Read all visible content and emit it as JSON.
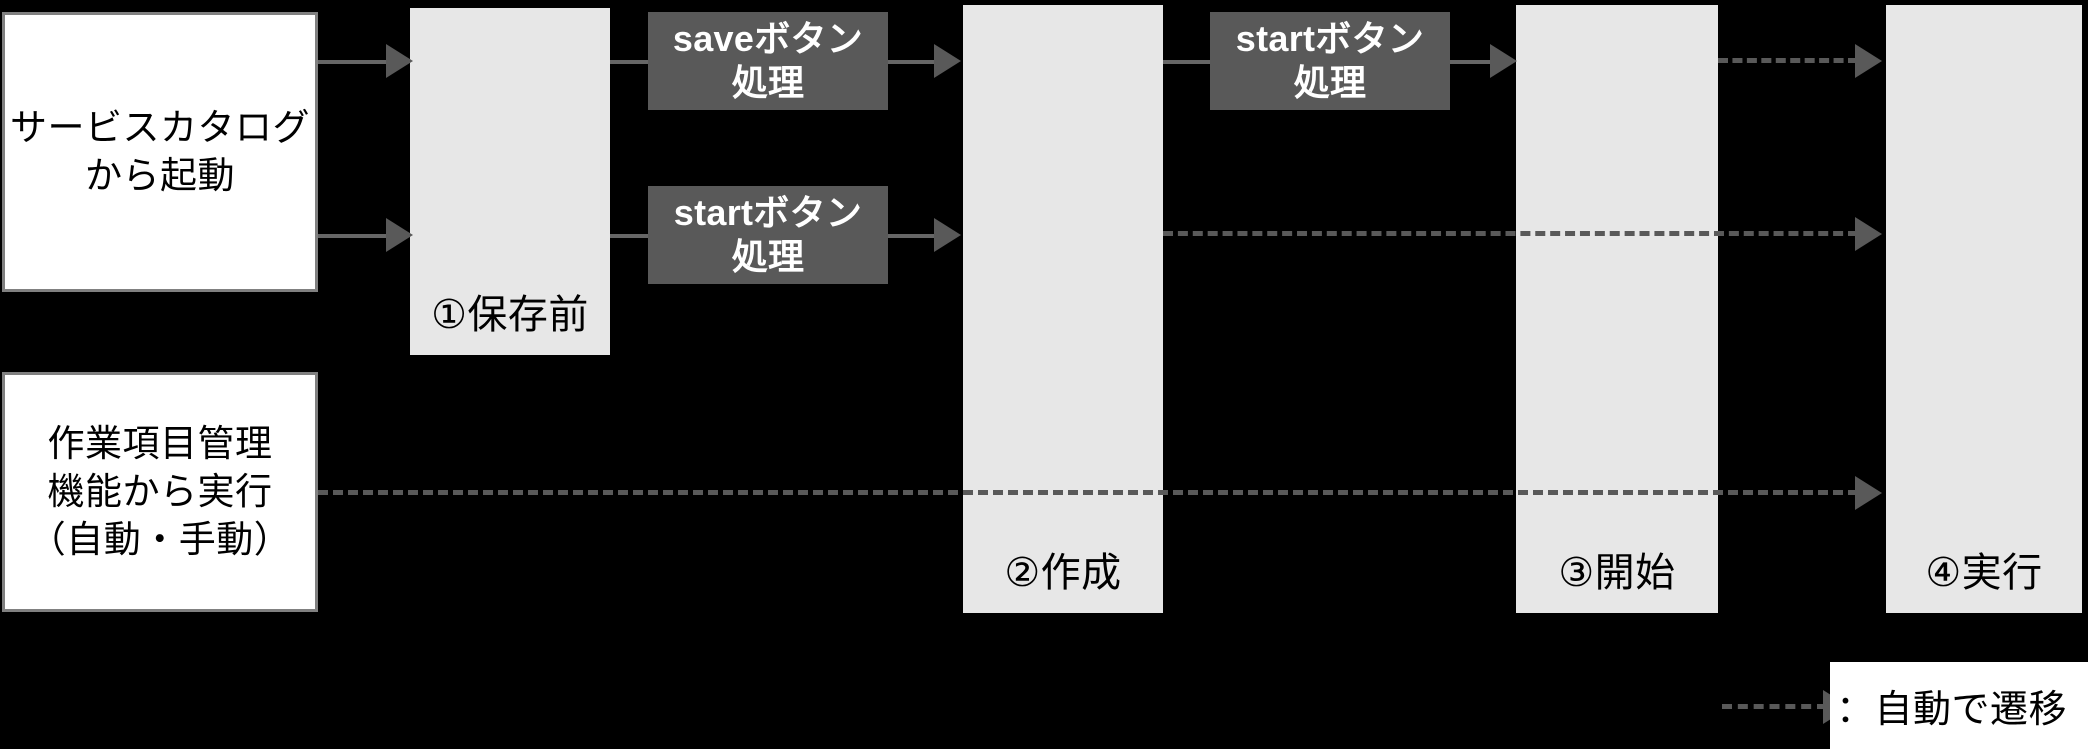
{
  "diagram": {
    "title": "",
    "colors": {
      "background": "#000000",
      "source_box_fill": "#ffffff",
      "source_box_border": "#808080",
      "state_box_fill": "#e7e7e7",
      "process_box_fill": "#595959",
      "process_text": "#ffffff",
      "connector": "#666666",
      "dashed_connector": "#595959"
    },
    "sources": [
      {
        "id": "service-catalog",
        "label": "サービスカタログ\nから起動"
      },
      {
        "id": "work-item-management",
        "label": "作業項目管理\n機能から実行\n（自動・手動）"
      }
    ],
    "states": [
      {
        "id": "state-1",
        "label": "①保存前"
      },
      {
        "id": "state-2",
        "label": "②作成"
      },
      {
        "id": "state-3",
        "label": "③開始"
      },
      {
        "id": "state-4",
        "label": "④実行"
      }
    ],
    "processes": [
      {
        "id": "save-button-process-1",
        "label": "saveボタン\n処理"
      },
      {
        "id": "start-button-process-1",
        "label": "startボタン\n処理"
      },
      {
        "id": "start-button-process-2",
        "label": "startボタン\n処理"
      }
    ],
    "legend": {
      "symbol": "dashed-arrow-icon",
      "label": "：自動で遷移"
    }
  }
}
